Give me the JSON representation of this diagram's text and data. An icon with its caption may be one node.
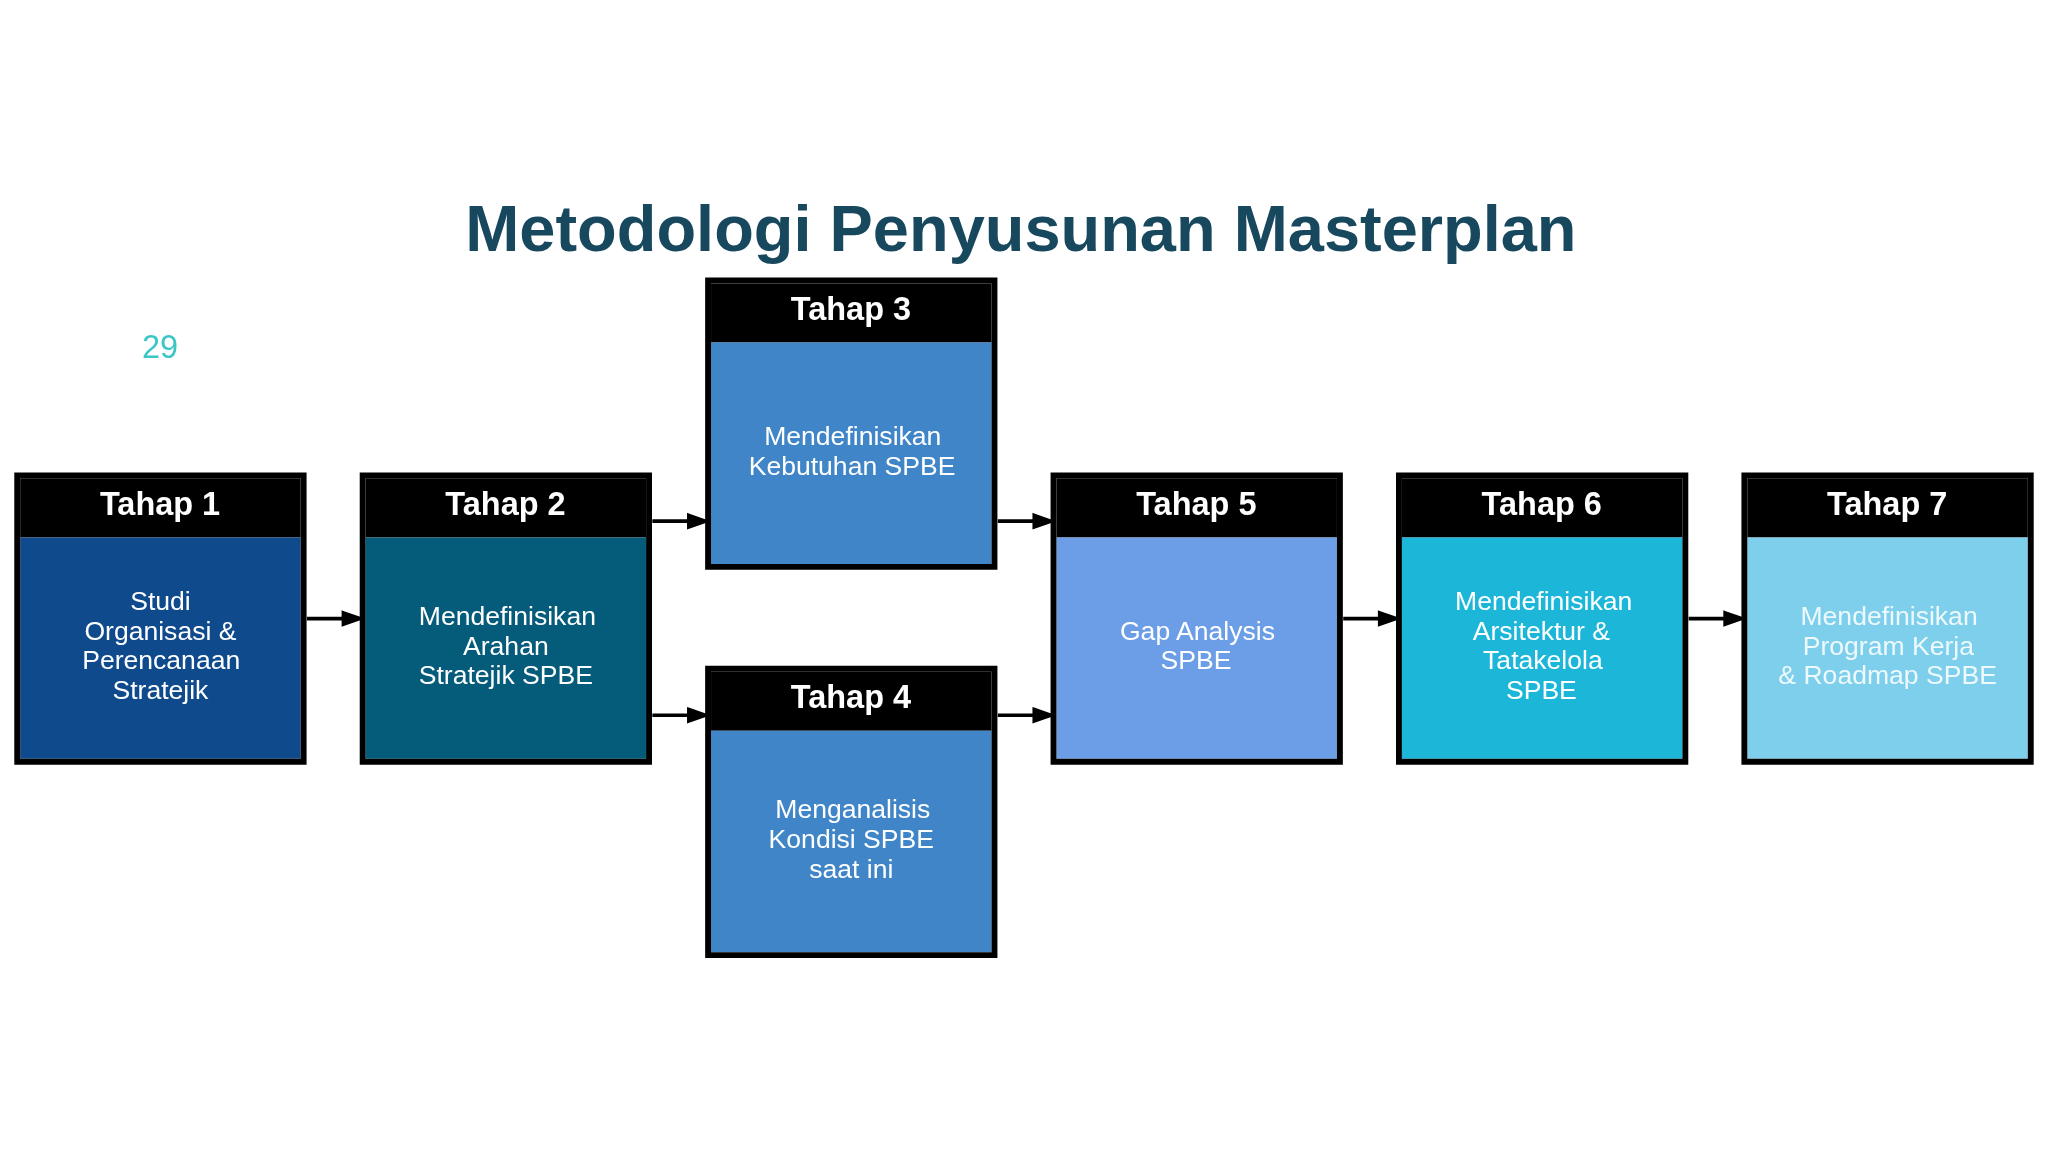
{
  "diagram": {
    "title": "Metodologi Penyusunan Masterplan",
    "nodes": [
      {
        "text": [
          "Tahap 1",
          "Studi Organisasi & Perencanaan Stratejik"
        ]
      },
      {
        "text": [
          "Tahap 2",
          "Mendefinisikan Arahan Stratejik SPBE"
        ]
      },
      {
        "text": [
          "Tahap 3",
          "Mendefinisikan Kebutuhan SPBE"
        ]
      },
      {
        "text": [
          "Tahap 4",
          "Menganalisis Kondisi SPBE saat ini"
        ]
      },
      {
        "text": [
          "Tahap 5",
          "Gap Analysis SPBE"
        ]
      },
      {
        "text": [
          "Tahap 6",
          "Mendefinisikan Arsitektur & Tatakelola SPBE"
        ]
      },
      {
        "text": [
          "Tahap 7",
          "Mendefinisikan Program Kerja & Roadmap SPBE"
        ]
      }
    ],
    "edges": [
      {
        "from": 0,
        "to": 1,
        "arrow": "to"
      },
      {
        "from": 1,
        "to": 2,
        "arrow": "to"
      },
      {
        "from": 1,
        "to": 3,
        "arrow": "to"
      },
      {
        "from": 2,
        "to": 4,
        "arrow": "to"
      },
      {
        "from": 3,
        "to": 4,
        "arrow": "to"
      },
      {
        "from": 4,
        "to": 5,
        "arrow": "to"
      },
      {
        "from": 5,
        "to": 6,
        "arrow": "to"
      }
    ],
    "labels": [
      "29"
    ]
  }
}
